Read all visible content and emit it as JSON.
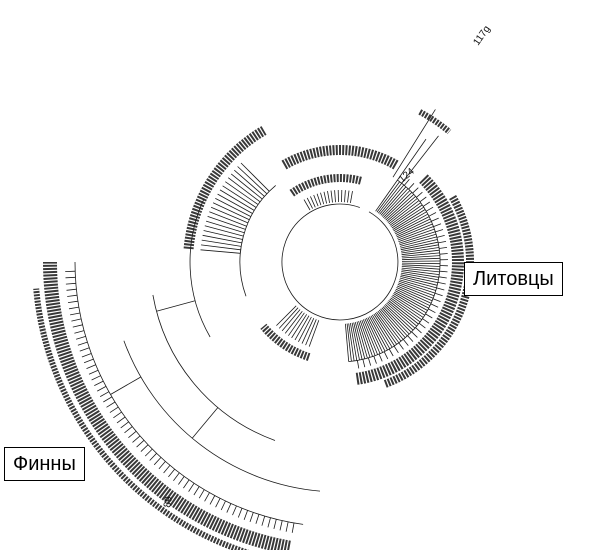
{
  "labels": {
    "lithuanians": "Литовцы",
    "finns": "Финны"
  },
  "leaf_ids": {
    "top": "117g",
    "mid": "124",
    "bottom": "89"
  },
  "colors": {
    "line": "#1a1a1a",
    "background": "#ffffff"
  }
}
